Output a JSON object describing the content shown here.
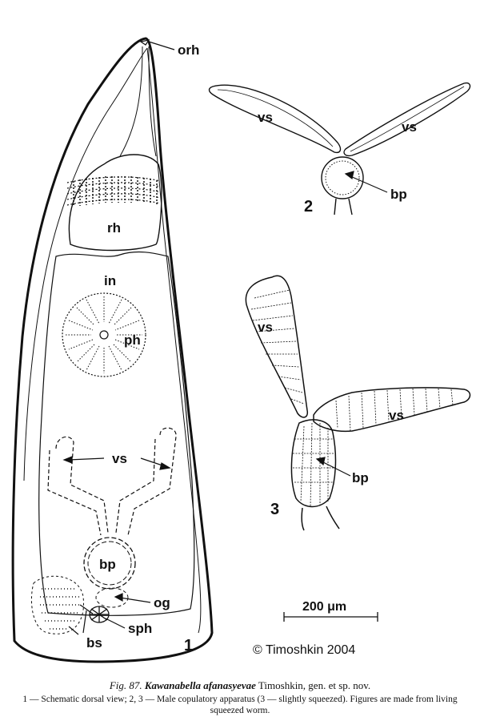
{
  "figure": {
    "labels": {
      "orh": "orh",
      "rh": "rh",
      "in": "in",
      "ph": "ph",
      "vs": "vs",
      "bp": "bp",
      "og": "og",
      "sph": "sph",
      "bs": "bs",
      "fig1": "1",
      "fig2": "2",
      "fig3": "3"
    },
    "scale_bar": "200 μm",
    "copyright": "© Timoshkin 2004"
  },
  "caption": {
    "fig_no": "Fig. 87.",
    "species": "Kawanabella afanasyevae",
    "authority": " Timoshkin, gen. et sp. nov.",
    "body": "1 — Schematic dorsal view; 2, 3 — Male copulatory apparatus (3 — slightly squeezed). Figures are made from living squeezed worm."
  }
}
